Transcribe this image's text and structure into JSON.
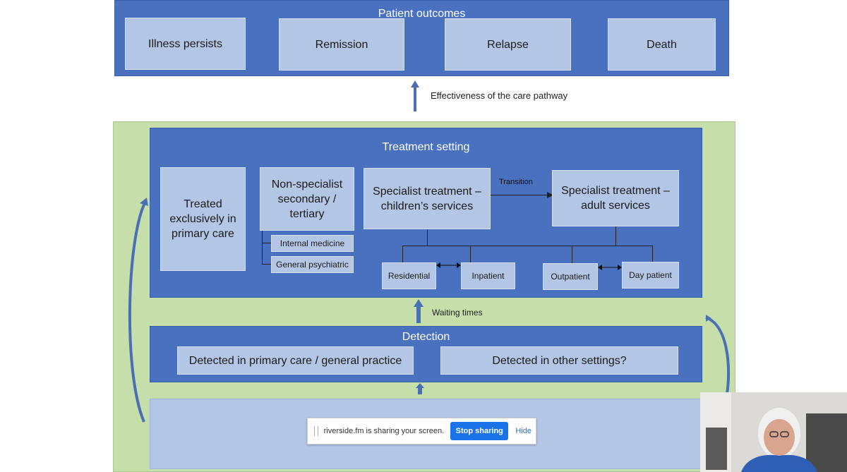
{
  "outcomes": {
    "title": "Patient outcomes",
    "items": [
      "Illness persists",
      "Remission",
      "Relapse",
      "Death"
    ]
  },
  "effectiveness_label": "Effectiveness of the care pathway",
  "treatment": {
    "title": "Treatment setting",
    "primary_care": "Treated exclusively in primary care",
    "non_specialist": "Non-specialist secondary / tertiary",
    "internal_medicine": "Internal medicine",
    "general_psychiatric": "General psychiatric",
    "specialist_children": "Specialist treatment – children’s services",
    "transition": "Transition",
    "specialist_adult": "Specialist treatment – adult services",
    "residential": "Residential",
    "inpatient": "Inpatient",
    "outpatient": "Outpatient",
    "day_patient": "Day patient"
  },
  "waiting_label": "Waiting times",
  "detection": {
    "title": "Detection",
    "primary": "Detected in primary care / general practice",
    "other": "Detected in other settings?"
  },
  "share_bar": {
    "message": "riverside.fm is sharing your screen.",
    "stop_label": "Stop sharing",
    "hide_label": "Hide"
  },
  "colors": {
    "dark_box": "#4a70c0",
    "light_box": "#b4c6e6",
    "green_panel": "#c5deaa",
    "arrow": "#4a6fb5",
    "share_button": "#1a73e8"
  }
}
